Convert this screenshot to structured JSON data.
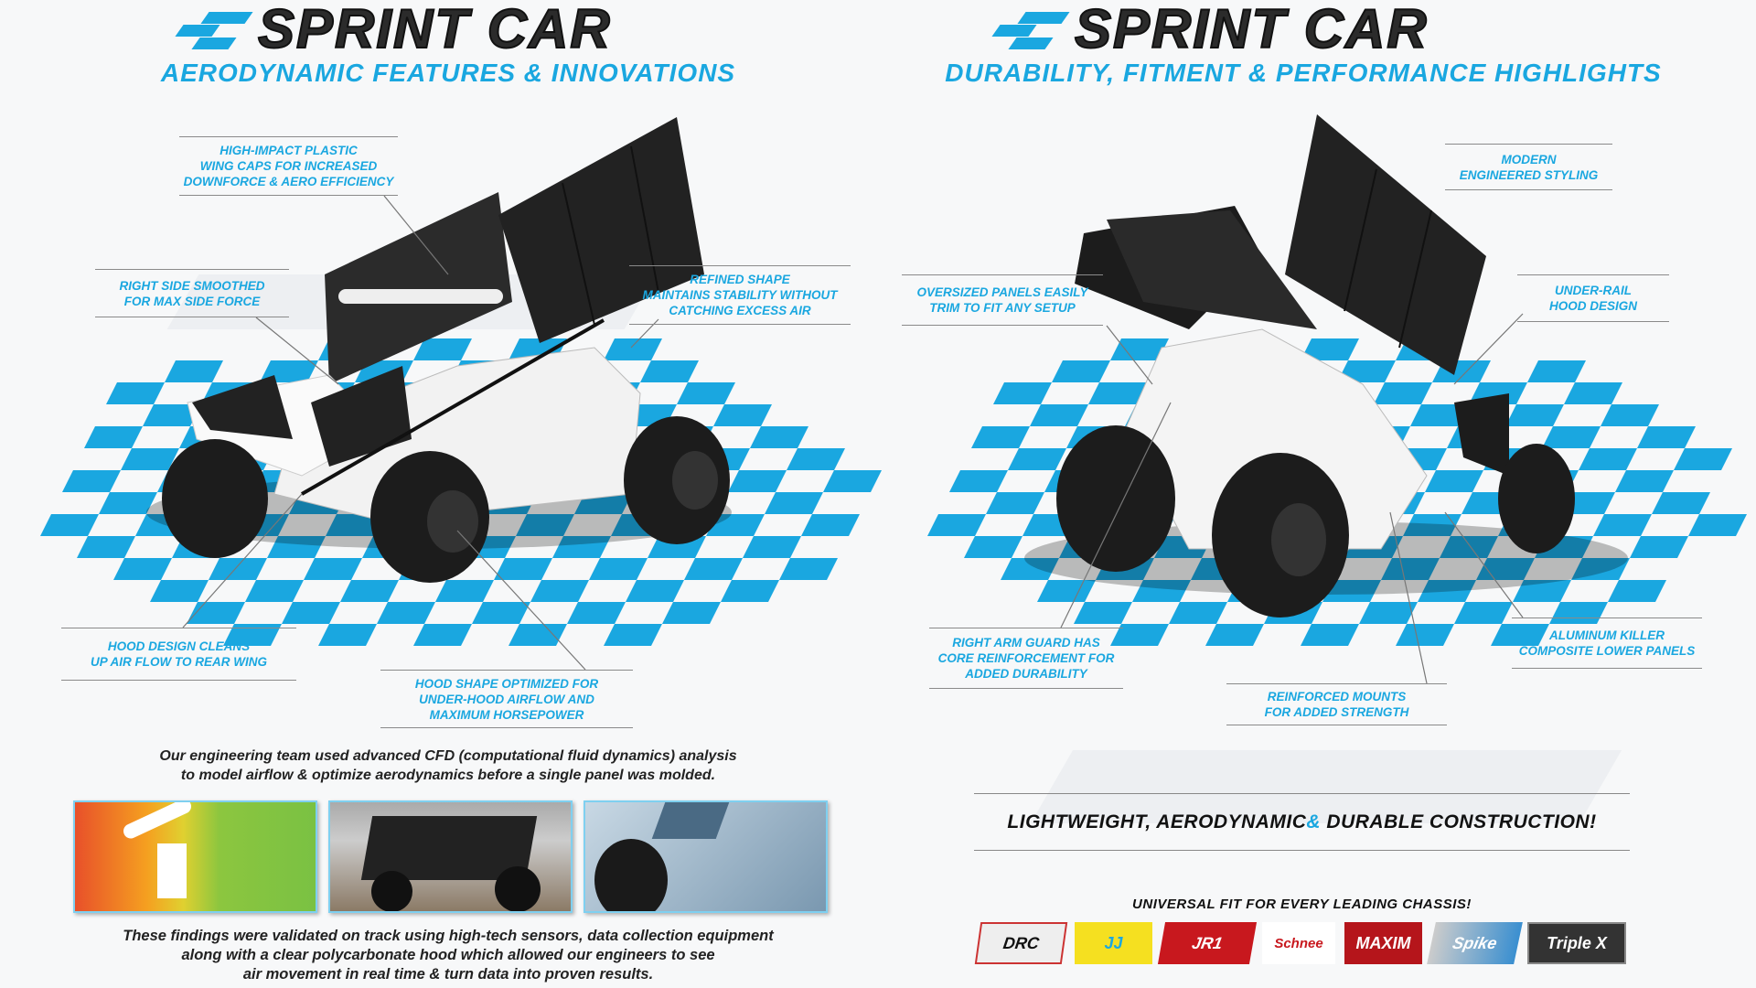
{
  "left": {
    "title": "SPRINT CAR",
    "subtitle": "AERODYNAMIC FEATURES & INNOVATIONS",
    "callouts": [
      "HIGH-IMPACT PLASTIC\nWING CAPS FOR INCREASED\nDOWNFORCE & AERO EFFICIENCY",
      "RIGHT SIDE SMOOTHED\nFOR MAX SIDE FORCE",
      "REFINED SHAPE\nMAINTAINS STABILITY WITHOUT\nCATCHING EXCESS AIR",
      "HOOD DESIGN CLEANS\nUP AIR FLOW TO REAR WING",
      "HOOD SHAPE OPTIMIZED FOR\nUNDER-HOOD AIRFLOW AND\nMAXIMUM HORSEPOWER"
    ],
    "cfd_text": "Our engineering team used advanced CFD (computational fluid dynamics) analysis\nto model airflow & optimize aerodynamics before a single panel was molded.",
    "validation_text": "These findings were validated on track using high-tech sensors, data collection equipment\nalong with a clear polycarbonate hood which allowed our engineers to see\nair movement in real time & turn data into proven results."
  },
  "right": {
    "title": "SPRINT CAR",
    "subtitle": "DURABILITY, FITMENT & PERFORMANCE HIGHLIGHTS",
    "callouts": [
      "MODERN\nENGINEERED STYLING",
      "OVERSIZED PANELS EASILY\nTRIM TO FIT ANY SETUP",
      "UNDER-RAIL\nHOOD DESIGN",
      "RIGHT ARM GUARD HAS\nCORE REINFORCEMENT FOR\nADDED DURABILITY",
      "REINFORCED MOUNTS\nFOR ADDED STRENGTH",
      "ALUMINUM KILLER\nCOMPOSITE LOWER PANELS"
    ],
    "tagline_a": "LIGHTWEIGHT, AERODYNAMIC ",
    "tagline_amp": "&",
    "tagline_b": " DURABLE CONSTRUCTION!",
    "universal_fit": "UNIVERSAL FIT FOR EVERY LEADING CHASSIS!",
    "logos": [
      "DRC",
      "JJ",
      "JR1",
      "Schnee",
      "MAXIM",
      "Spike",
      "Triple X"
    ]
  },
  "colors": {
    "accent": "#1aa7e0",
    "dark": "#2b2b2b"
  }
}
